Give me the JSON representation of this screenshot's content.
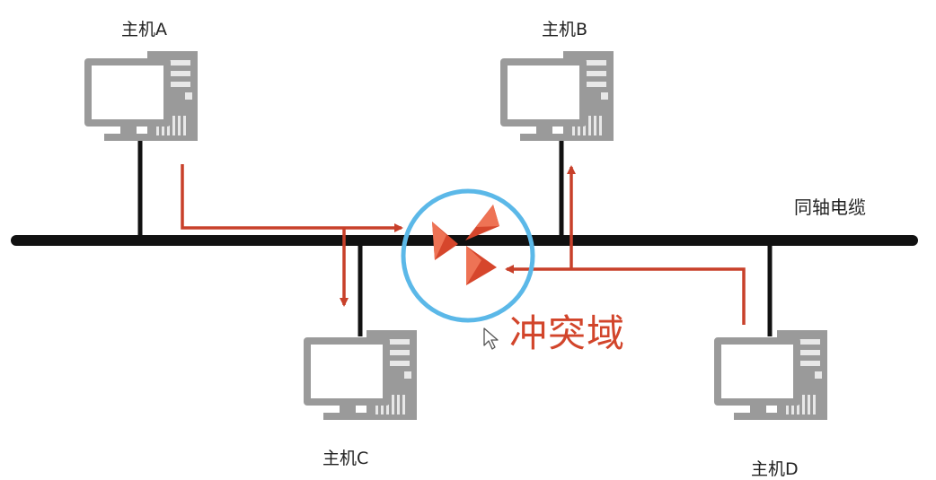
{
  "diagram": {
    "hosts": [
      {
        "id": "A",
        "label": "主机A"
      },
      {
        "id": "B",
        "label": "主机B"
      },
      {
        "id": "C",
        "label": "主机C"
      },
      {
        "id": "D",
        "label": "主机D"
      }
    ],
    "cable_label": "同轴电缆",
    "collision_label": "冲突域",
    "colors": {
      "cable": "#111111",
      "signal": "#c8402a",
      "collision_ring": "#5bb8e8",
      "computer": "#9a9a9a",
      "collision_text": "#d2452b"
    }
  }
}
